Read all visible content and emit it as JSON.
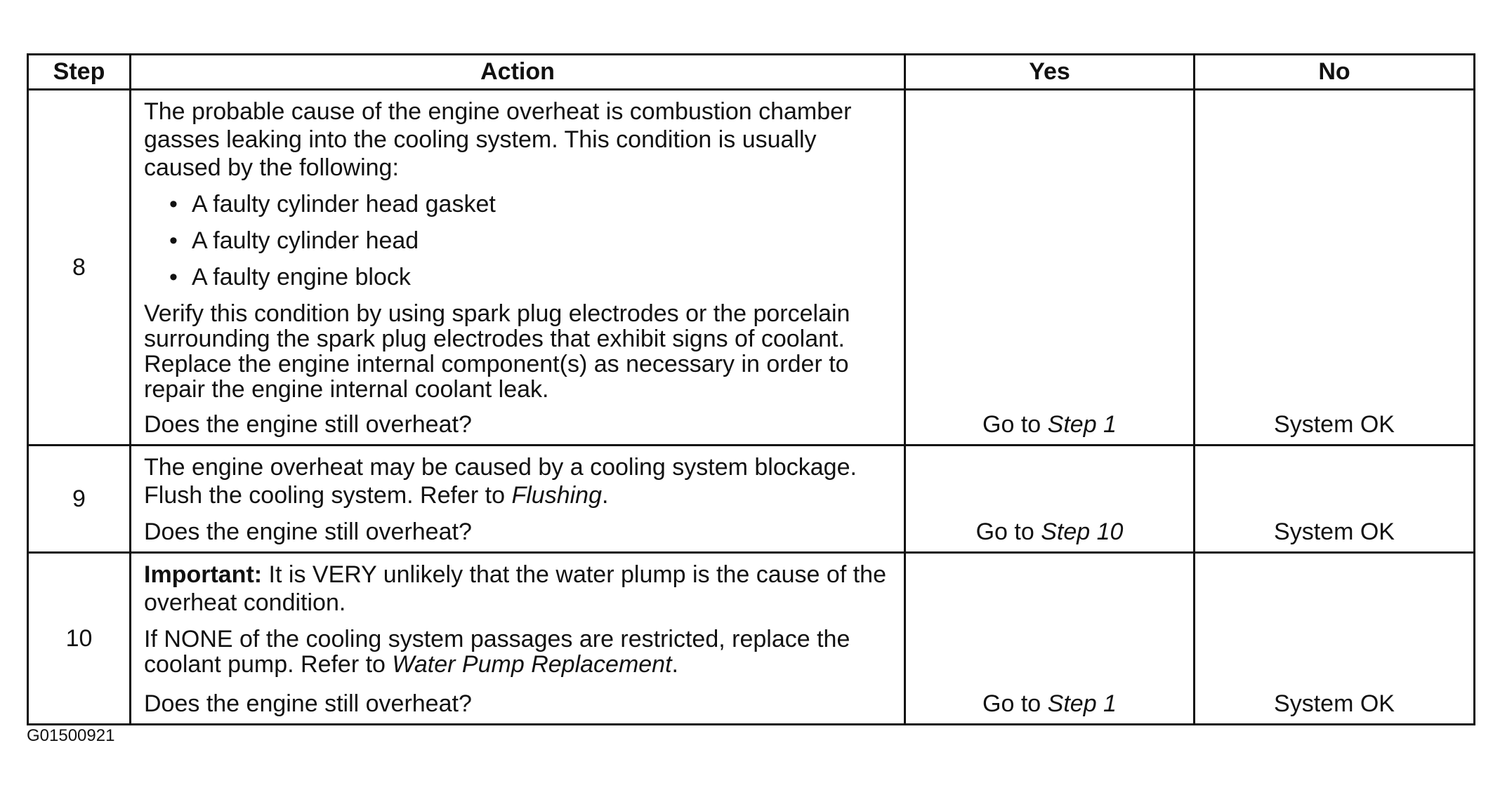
{
  "headers": {
    "step": "Step",
    "action": "Action",
    "yes": "Yes",
    "no": "No"
  },
  "rows": [
    {
      "step": "8",
      "intro": "The probable cause of the engine overheat is combustion chamber gasses leaking into the cooling system. This condition is usually caused by the following:",
      "bullets": [
        "A faulty cylinder head gasket",
        "A faulty cylinder head",
        "A faulty engine block"
      ],
      "detail": "Verify this condition by using spark plug electrodes or the porcelain surrounding the spark plug electrodes that exhibit signs of coolant. Replace the engine internal component(s) as necessary in order to repair the engine internal coolant leak.",
      "question": "Does the engine still overheat?",
      "yes_prefix": "Go to",
      "yes_ref": "Step 1",
      "no": "System OK"
    },
    {
      "step": "9",
      "text": "The engine overheat may be caused by a cooling system blockage. Flush the cooling system. Refer to",
      "ref": "Flushing",
      "ref_suffix": ".",
      "question": "Does the engine still overheat?",
      "yes_prefix": "Go to",
      "yes_ref": "Step 10",
      "no": "System OK"
    },
    {
      "step": "10",
      "important_label": "Important:",
      "important_text": "It is VERY unlikely that the water plump is the cause of the overheat condition.",
      "text": "If NONE of the cooling system passages are restricted, replace the coolant pump. Refer to",
      "ref": "Water Pump Replacement",
      "ref_suffix": ".",
      "question": "Does the engine still overheat?",
      "yes_prefix": "Go to",
      "yes_ref": "Step 1",
      "no": "System OK"
    }
  ],
  "figure_code": "G01500921"
}
